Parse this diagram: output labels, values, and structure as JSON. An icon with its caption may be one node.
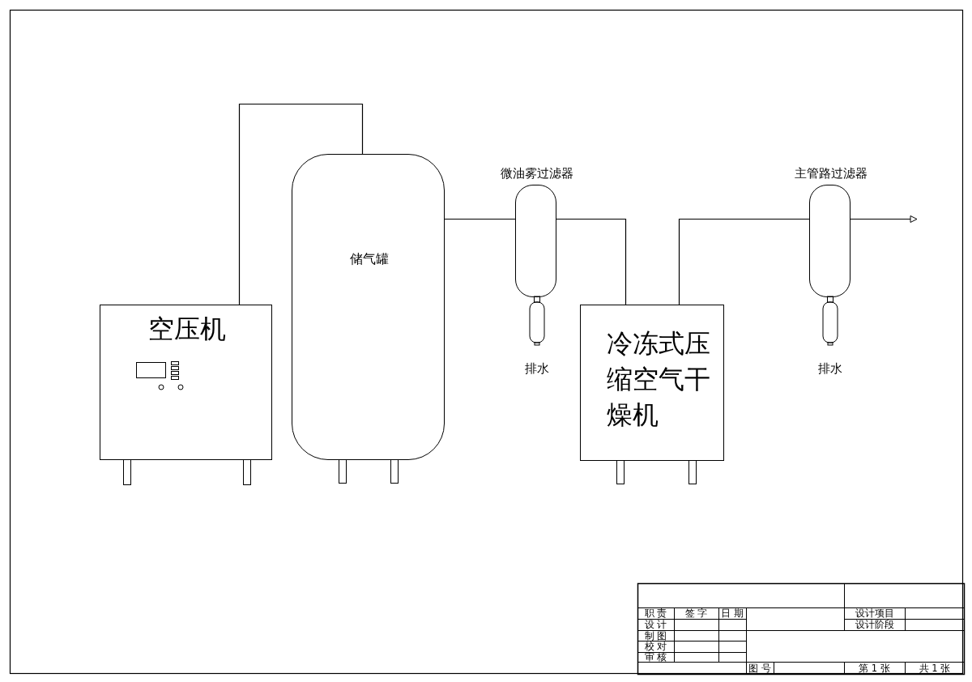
{
  "diagram": {
    "nodes": [
      {
        "text": [
          "空压机"
        ]
      },
      {
        "text": [
          "储气罐"
        ]
      },
      {
        "text": [
          "微油雾过滤器"
        ]
      },
      {
        "text": [
          "冷冻式压缩空气干燥机"
        ]
      },
      {
        "text": [
          "主管路过滤器"
        ]
      }
    ],
    "edges": [
      {
        "from": 0,
        "to": 1,
        "arrow": "none"
      },
      {
        "from": 1,
        "to": 2,
        "arrow": "none"
      },
      {
        "from": 2,
        "to": 3,
        "arrow": "none"
      },
      {
        "from": 3,
        "to": 4,
        "arrow": "none"
      },
      {
        "from": 4,
        "to": null,
        "arrow": "to"
      }
    ],
    "labels": [
      "排水",
      "排水",
      "职 责",
      "签 字",
      "日 期",
      "设计项目",
      "设 计",
      "设计阶段",
      "制 图",
      "校 对",
      "审 核",
      "图 号",
      "第 1 张",
      "共 1 张"
    ]
  }
}
